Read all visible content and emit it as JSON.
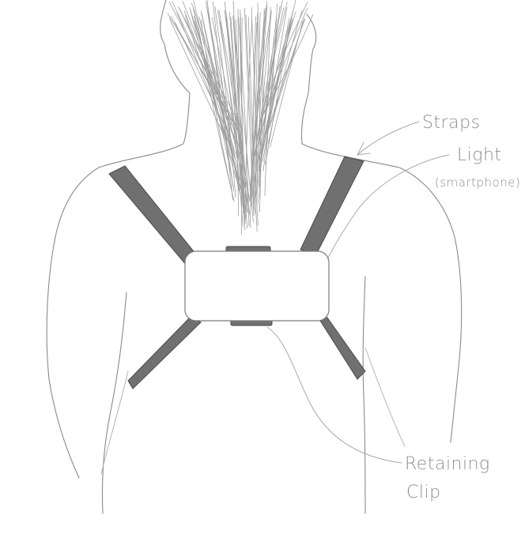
{
  "labels": {
    "straps": "Straps",
    "light": "Light",
    "light_sub": "(smartphone)",
    "clip_line1": "Retaining",
    "clip_line2": "Clip"
  },
  "colors": {
    "background": "#ffffff",
    "sketch_line": "#8a8a8a",
    "strap_fill": "#707070",
    "label_text": "#8f8f8f"
  }
}
